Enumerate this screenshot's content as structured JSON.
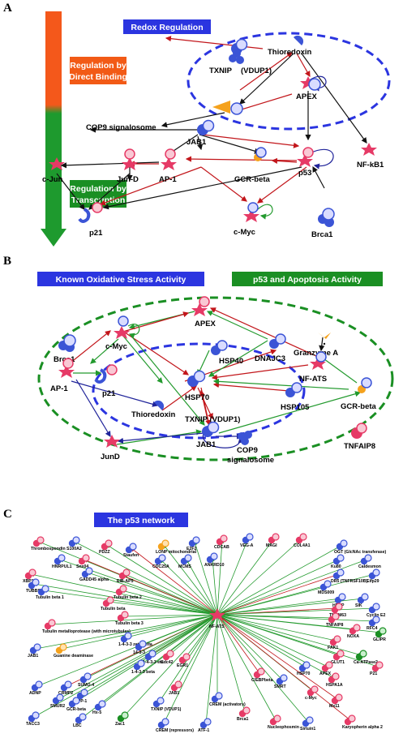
{
  "panels": {
    "a": {
      "letter": "A",
      "boxes": {
        "redox": "Redox Regulation",
        "direct": [
          "Regulation by",
          "Direct Binding"
        ],
        "transcription": [
          "Regulation by",
          "Transcription"
        ]
      },
      "nodes": {
        "txnip": "TXNIP",
        "vdup1": "(VDUP1)",
        "thioredoxin": "Thioredoxin",
        "apex": "APEX",
        "cop9": "COP9 signalosome",
        "jab1": "JAB1",
        "cjun": "c-Jun",
        "jund": "Jun-D",
        "ap1": "AP-1",
        "gcrbeta": "GCR-beta",
        "p53": "p53",
        "nfkb1": "NF-kB1",
        "p21": "p21",
        "cmyc": "c-Myc",
        "brca1": "Brca1"
      }
    },
    "b": {
      "letter": "B",
      "boxes": {
        "oxidative": "Known Oxidative Stress Activity",
        "apoptosis": "p53 and Apoptosis Activity"
      },
      "nodes": {
        "apex": "APEX",
        "cmyc": "c-Myc",
        "brca1": "Brca1",
        "ap1": "AP-1",
        "p21": "p21",
        "hsp40": "HSP40",
        "dnajc3": "DNAJC3",
        "granzyme": "Granzyme A",
        "nfats": "NF-ATS",
        "hsp70": "HSP70",
        "hsp105": "HSP105",
        "gcrbeta": "GCR-beta",
        "thioredoxin": "Thioredoxin",
        "txnip": "TXNIP (VDUP1)",
        "jund": "JunD",
        "jab1": "JAB1",
        "cop9": [
          "COP9",
          "signalosome"
        ],
        "tnfaip8": "TNFAIP8"
      }
    },
    "c": {
      "letter": "C",
      "boxes": {
        "p53": "The p53 network"
      },
      "hub": "NF-ATS",
      "nodes": [
        "Thrombospondin",
        "S100A2",
        "PDZZ",
        "Staufen",
        "LONP mitochondrial",
        "E2F2",
        "CDCAB",
        "VEG-A",
        "MAGI",
        "COL4A1",
        "OGT (GlcNAc transferase)",
        "HNRPUL1",
        "Snx04",
        "CDC25A",
        "MCMS",
        "ANKRD10",
        "Ku80",
        "Caldesmon",
        "XBP1",
        "GADD45 alpha",
        "EIB-AP5",
        "DR5 (TNFRSF10B)",
        "Eifp29",
        "TUBBS",
        "Tubulin beta 1",
        "MDS009",
        "HERP",
        "SIK",
        "Tubulin beta 2",
        "Tubulin beta",
        "TMEM63",
        "Cyclin E2",
        "Tubulin beta 3",
        "Tubulin metalloprotease (with microtubules)",
        "TNFAIP8",
        "RFC4",
        "1-4-3-3 zeta/delta",
        "14-3-3",
        "JAB1",
        "1-4-3-3 eta",
        "NOXA",
        "FAK1",
        "GLIPR",
        "Guanine deaminase",
        "Cdc42",
        "GLUT1",
        "Ca-ATPase2",
        "ADNP",
        "CRMP2",
        "1-4-3-3 beta",
        "EGR1",
        "HSP70",
        "APEX",
        "P21",
        "SUMO-4",
        "JAB1",
        "RPP-1",
        "C/EBPbeta",
        "SMRT",
        "HSPA1A",
        "SMUR2",
        "GCR-beta",
        "Hx-5",
        "TXNIP (VDUP1)",
        "CREM (activators)",
        "c-Myc",
        "Mx11",
        "TACC3",
        "LBC",
        "Zac1",
        "CREM (repressors)",
        "ATF-1",
        "Brca1",
        "Nucleophosmin",
        "Sirtuin1",
        "Karyopherin alpha 2"
      ]
    }
  },
  "colors": {
    "box_blue": "#2b35e0",
    "box_orange": "#f25a16",
    "box_green": "#1a8f23",
    "arrow_red": "#c2161b",
    "arrow_green": "#239a2e",
    "arrow_blue": "#20249a",
    "node_pink": "#e63a66",
    "node_blue": "#3b54d6",
    "node_orange": "#f5a21d"
  }
}
